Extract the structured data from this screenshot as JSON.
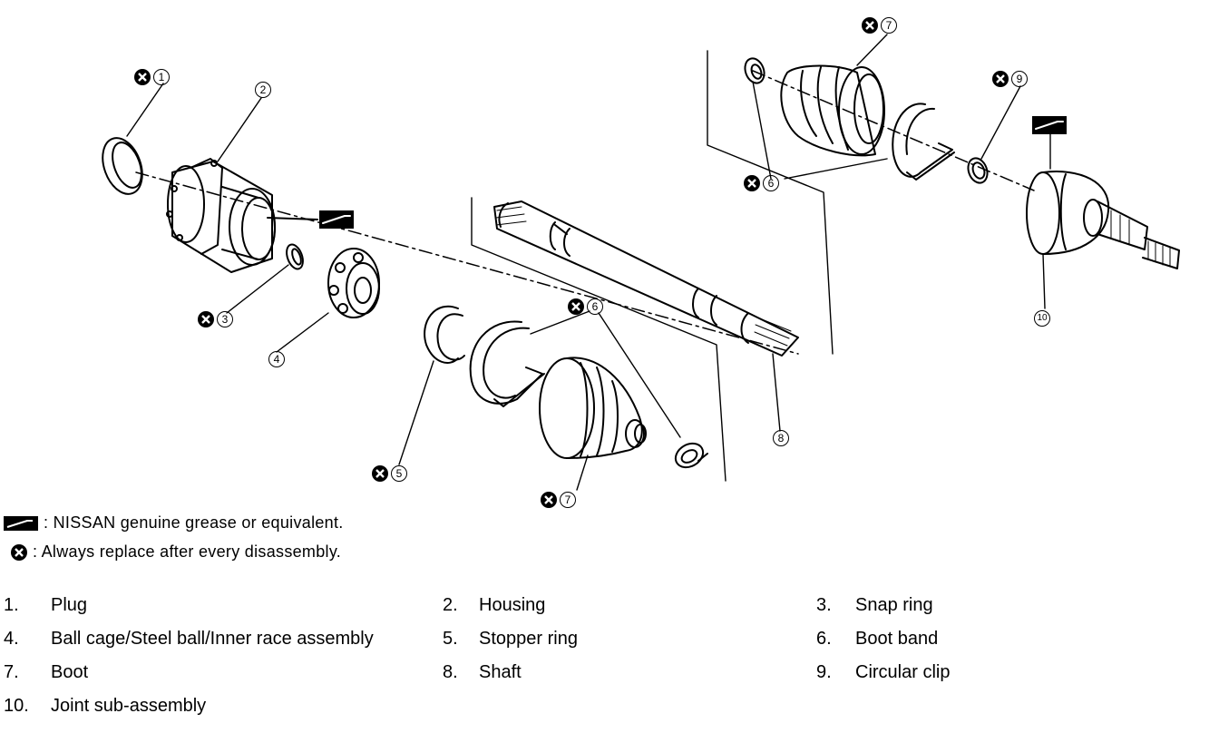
{
  "callouts": [
    {
      "id": "c1",
      "number": "1",
      "replace": true
    },
    {
      "id": "c2",
      "number": "2",
      "replace": false
    },
    {
      "id": "c3",
      "number": "3",
      "replace": true
    },
    {
      "id": "c4",
      "number": "4",
      "replace": false
    },
    {
      "id": "c5",
      "number": "5",
      "replace": true
    },
    {
      "id": "c6a",
      "number": "6",
      "replace": true
    },
    {
      "id": "c7a",
      "number": "7",
      "replace": true
    },
    {
      "id": "c8",
      "number": "8",
      "replace": false
    },
    {
      "id": "c6b",
      "number": "6",
      "replace": true
    },
    {
      "id": "c7b",
      "number": "7",
      "replace": true
    },
    {
      "id": "c9",
      "number": "9",
      "replace": true
    },
    {
      "id": "c10",
      "number": "10",
      "replace": false
    }
  ],
  "legend": {
    "grease": ": NISSAN genuine grease or equivalent.",
    "replace": ": Always replace after every disassembly."
  },
  "parts": [
    {
      "num": "1.",
      "name": "Plug"
    },
    {
      "num": "2.",
      "name": "Housing"
    },
    {
      "num": "3.",
      "name": "Snap ring"
    },
    {
      "num": "4.",
      "name": "Ball cage/Steel ball/Inner race assembly"
    },
    {
      "num": "5.",
      "name": "Stopper ring"
    },
    {
      "num": "6.",
      "name": "Boot band"
    },
    {
      "num": "7.",
      "name": "Boot"
    },
    {
      "num": "8.",
      "name": "Shaft"
    },
    {
      "num": "9.",
      "name": "Circular clip"
    },
    {
      "num": "10.",
      "name": "Joint sub-assembly"
    }
  ]
}
